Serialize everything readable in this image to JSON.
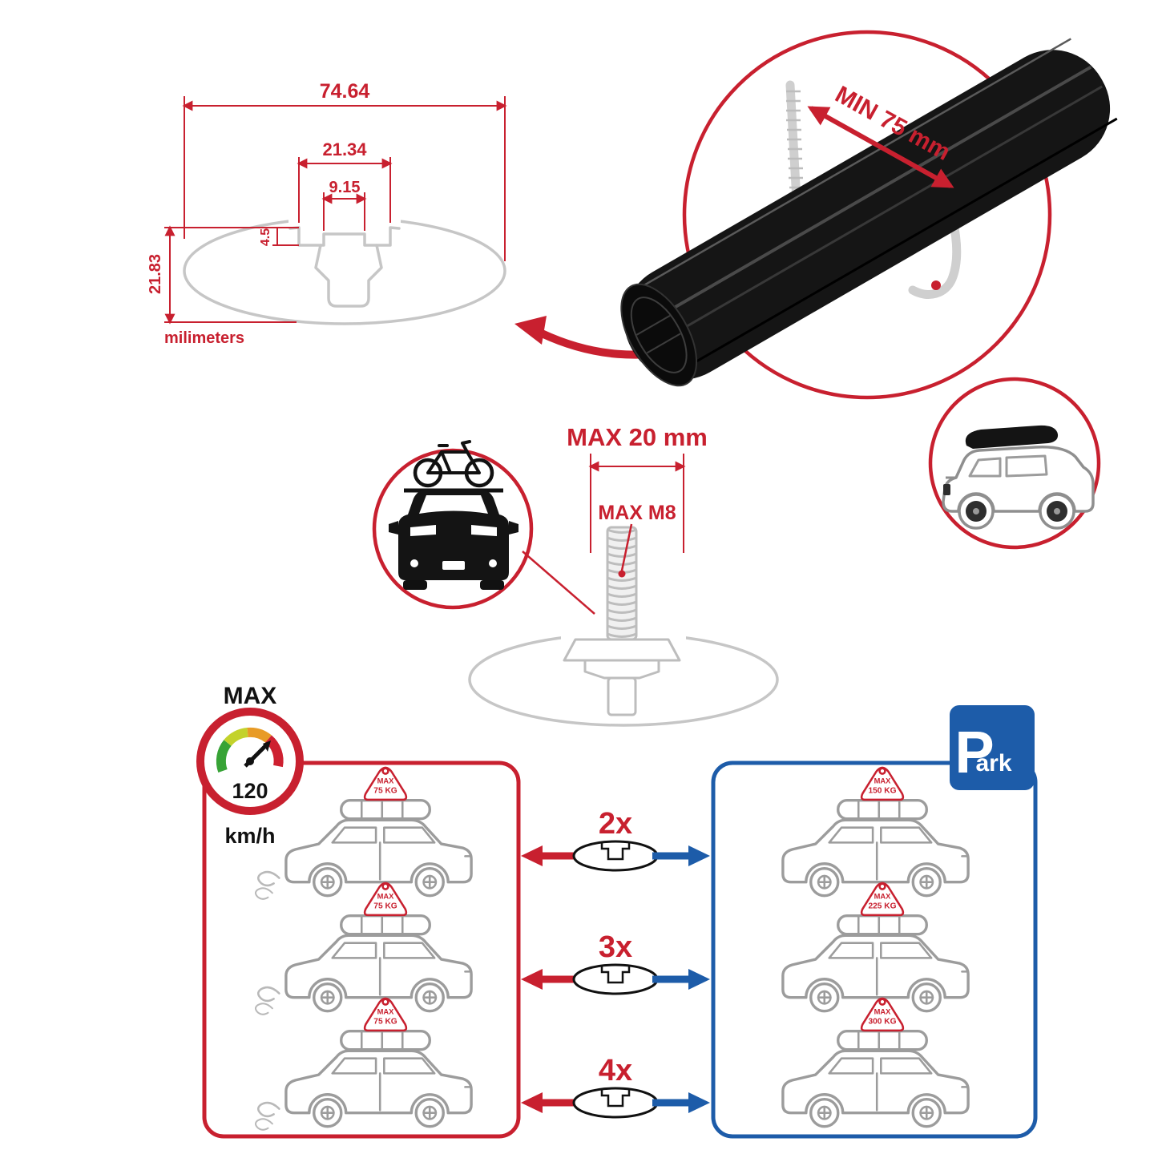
{
  "colors": {
    "red": "#C8202F",
    "blue": "#1D5CA9",
    "line_gray": "#C6C6C6",
    "car_gray": "#9C9C9C",
    "bar_black": "#151515"
  },
  "profile_dims": {
    "total_width": "74.64",
    "slot_outer_width": "21.34",
    "slot_inner_width": "9.15",
    "flange_depth": "4.5",
    "total_height": "21.83",
    "unit_label": "milimeters"
  },
  "clamp_detail": {
    "min_grip_label": "MIN 75 mm"
  },
  "bolt_detail": {
    "max_length_label": "MAX 20 mm",
    "max_thread_label": "MAX M8"
  },
  "speed_limit": {
    "title": "MAX",
    "value": "120",
    "unit": "km/h"
  },
  "driving_panel": {
    "cars": [
      {
        "tag_title": "MAX",
        "tag_load": "75 KG"
      },
      {
        "tag_title": "MAX",
        "tag_load": "75 KG"
      },
      {
        "tag_title": "MAX",
        "tag_load": "75 KG"
      }
    ]
  },
  "parking_panel": {
    "sign_letter": "P",
    "sign_rest": "ark",
    "cars": [
      {
        "tag_title": "MAX",
        "tag_load": "150 KG"
      },
      {
        "tag_title": "MAX",
        "tag_load": "225 KG"
      },
      {
        "tag_title": "MAX",
        "tag_load": "300 KG"
      }
    ]
  },
  "bar_count_options": [
    {
      "label": "2x"
    },
    {
      "label": "3x"
    },
    {
      "label": "4x"
    }
  ]
}
